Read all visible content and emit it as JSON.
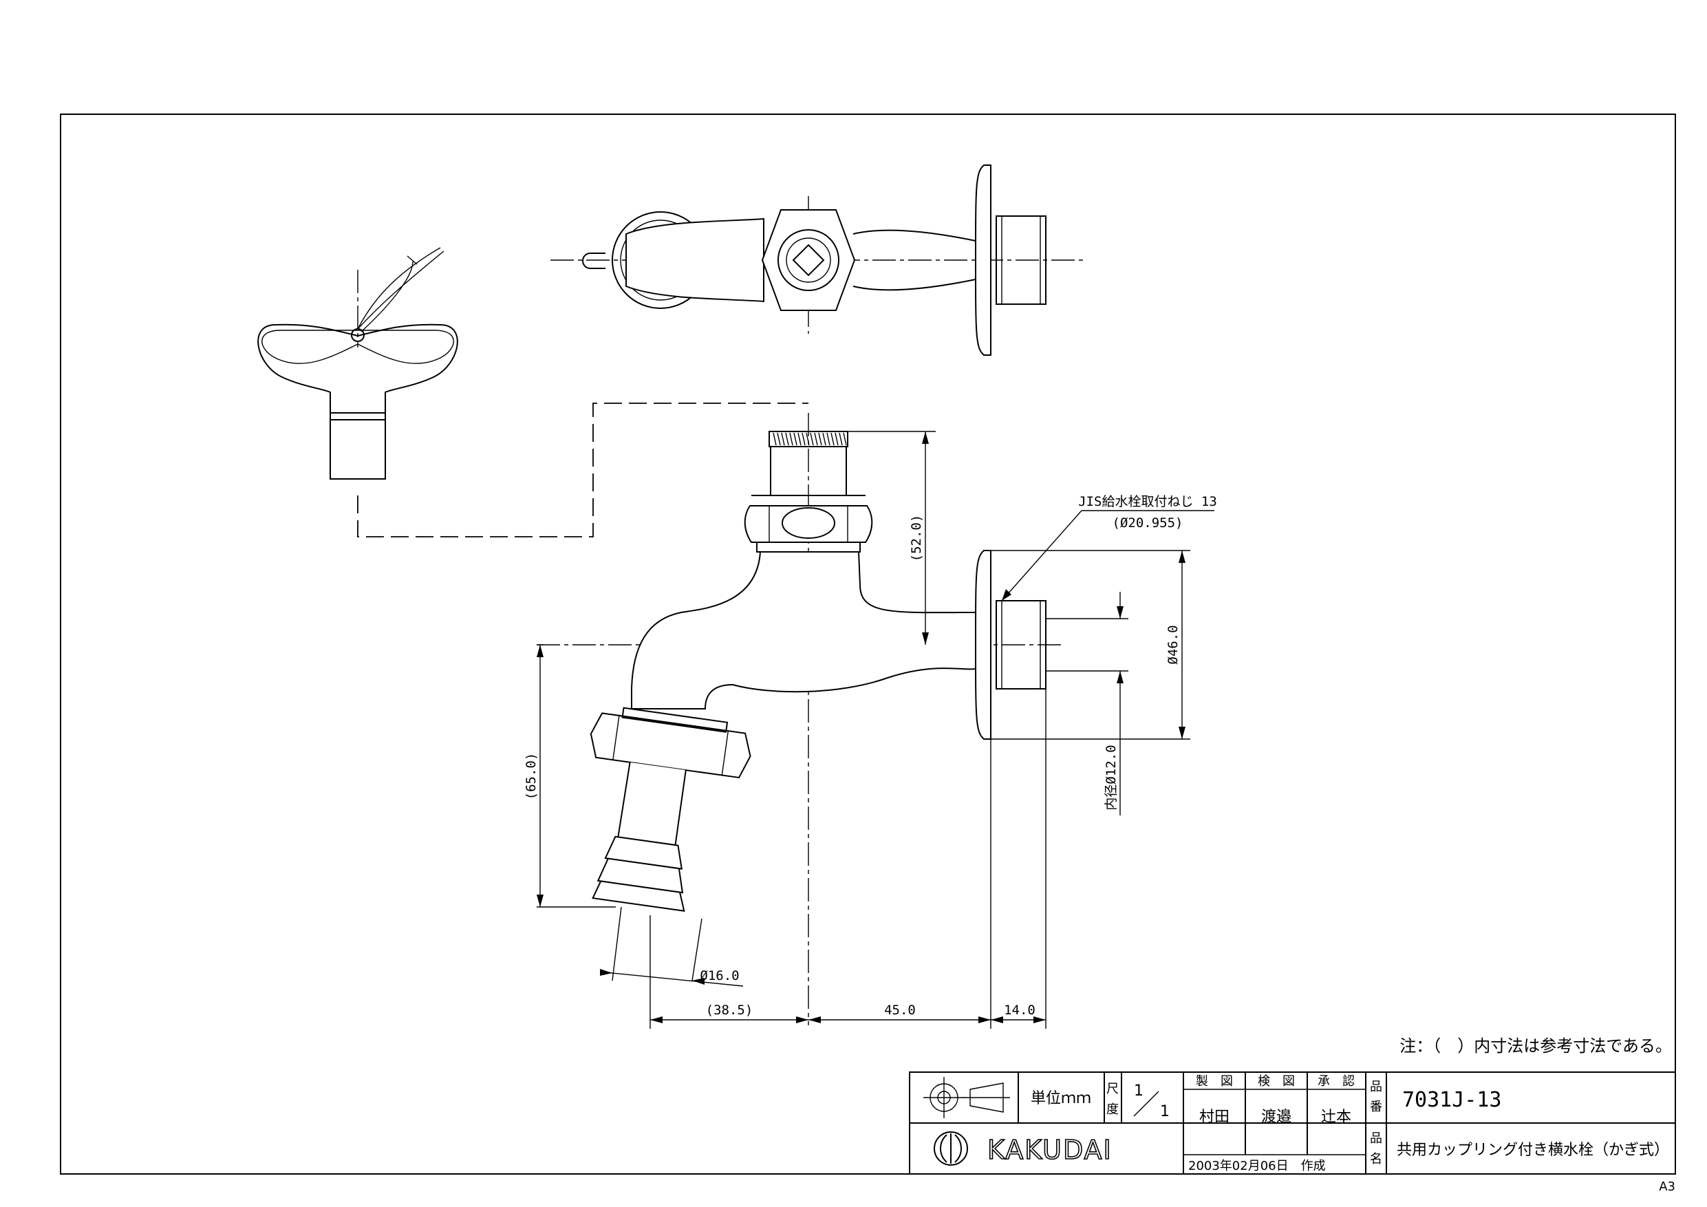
{
  "note": "注：（　）内寸法は参考寸法である。",
  "sheet_size": "A3",
  "dimensions": {
    "thread_spec": "JIS給水栓取付ねじ 13",
    "thread_dia": "(Ø20.955)",
    "flange_dia": "Ø46.0",
    "inner_dia": "内径Ø12.0",
    "height_top": "(52.0)",
    "height_spout": "(65.0)",
    "hose_dia": "Ø16.0",
    "offset_spout": "(38.5)",
    "length_body": "45.0",
    "length_thread": "14.0"
  },
  "title_block": {
    "unit_label": "単位ｍｍ",
    "scale_label_1": "尺",
    "scale_label_2": "度",
    "scale_num": "1",
    "scale_den": "1",
    "made_label": "製　図",
    "check_label": "検　図",
    "approve_label": "承　認",
    "made_name": "村田",
    "check_name": "渡邉",
    "approve_name": "辻本",
    "part_no_label_1": "品",
    "part_no_label_2": "番",
    "part_no": "7031J-13",
    "name_label_1": "品",
    "name_label_2": "名",
    "product_name": "共用カップリング付き横水栓（かぎ式）",
    "date": "2003年02月06日　作成",
    "logo_text": "KAKUDAI"
  }
}
